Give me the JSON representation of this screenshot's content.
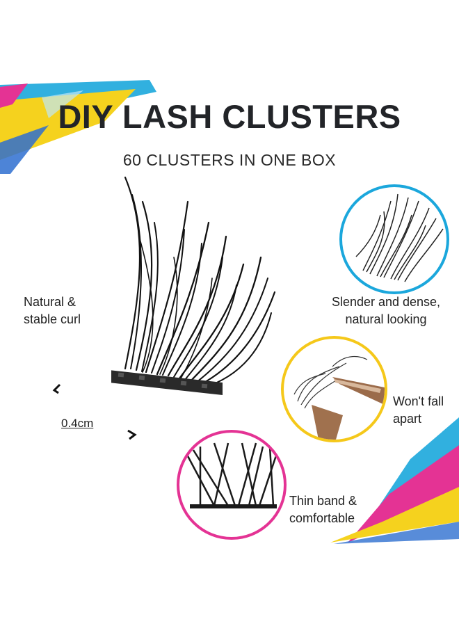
{
  "header": {
    "title": "DIY LASH CLUSTERS",
    "subtitle": "60 CLUSTERS IN ONE BOX"
  },
  "features": {
    "curl": "Natural & stable curl",
    "dense": "Slender and dense, natural looking",
    "apart": "Won't fall apart",
    "band": "Thin band & comfortable"
  },
  "measurement": {
    "width": "0.4cm"
  },
  "colors": {
    "accent_cyan": "#1ba7dc",
    "accent_yellow": "#f5c81a",
    "accent_magenta": "#e43394",
    "accent_blue": "#2e6fd0"
  }
}
